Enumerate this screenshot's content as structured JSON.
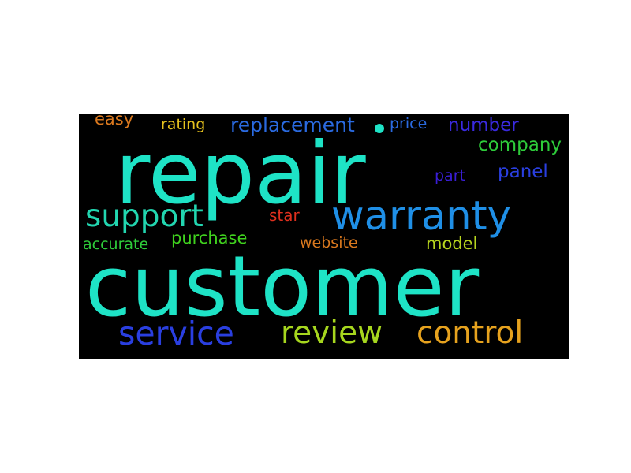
{
  "words": {
    "repair": {
      "text": "repair",
      "color": "#1ee3c6"
    },
    "customer": {
      "text": "customer",
      "color": "#1ee3c6"
    },
    "warranty": {
      "text": "warranty",
      "color": "#1f8fe6"
    },
    "support": {
      "text": "support",
      "color": "#22d6b0"
    },
    "service": {
      "text": "service",
      "color": "#2a3fe0"
    },
    "review": {
      "text": "review",
      "color": "#a6d61e"
    },
    "control": {
      "text": "control",
      "color": "#e6a21e"
    },
    "replacement": {
      "text": "replacement",
      "color": "#2a6ae0"
    },
    "company": {
      "text": "company",
      "color": "#2ecc3a"
    },
    "panel": {
      "text": "panel",
      "color": "#2a3fe0"
    },
    "number": {
      "text": "number",
      "color": "#3a2ae0"
    },
    "easy": {
      "text": "easy",
      "color": "#d9781e"
    },
    "rating": {
      "text": "rating",
      "color": "#e6c21e"
    },
    "price": {
      "text": "price",
      "color": "#2a6ae0"
    },
    "part": {
      "text": "part",
      "color": "#3a1ed6"
    },
    "star": {
      "text": "star",
      "color": "#e0301e"
    },
    "purchase": {
      "text": "purchase",
      "color": "#40d21e"
    },
    "website": {
      "text": "website",
      "color": "#d9781e"
    },
    "model": {
      "text": "model",
      "color": "#b8d61e"
    },
    "accurate": {
      "text": "accurate",
      "color": "#2ecc3a"
    }
  },
  "dot_color": "#1ee3c6",
  "background_color": "#000000"
}
